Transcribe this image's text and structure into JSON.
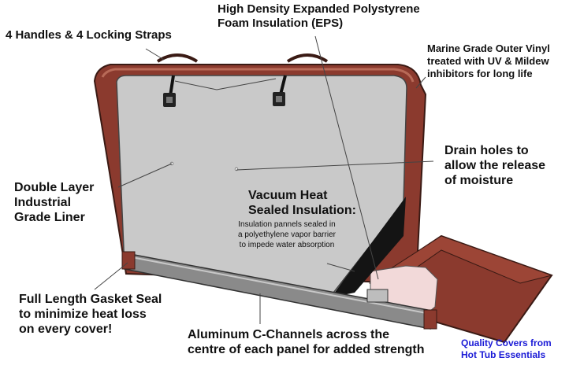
{
  "labels": {
    "handles": "4 Handles & 4 Locking Straps",
    "eps": [
      "High Density Expanded Polystyrene",
      "Foam Insulation (EPS)"
    ],
    "vinyl": [
      "Marine Grade Outer Vinyl",
      "treated with UV & Mildew",
      "inhibitors for long life"
    ],
    "drain": [
      "Drain holes to",
      "allow the release",
      "of moisture"
    ],
    "liner": [
      "Double Layer",
      "Industrial",
      "Grade Liner"
    ],
    "vacuum_title": [
      "Vacuum Heat",
      "Sealed Insulation:"
    ],
    "vacuum_desc": [
      "Insulation pannels sealed in",
      "a polyethylene vapor barrier",
      "to impede water absorption"
    ],
    "gasket": [
      "Full Length Gasket Seal",
      "to minimize heat loss",
      "on every cover!"
    ],
    "channels": [
      "Aluminum C-Channels across the",
      "centre of each panel for added strength"
    ]
  },
  "credit": [
    "Quality Covers from",
    "Hot Tub Essentials"
  ],
  "colors": {
    "vinyl": "#8b3a2e",
    "vinyl_light": "#b86a58",
    "foam": "#c9c9c9",
    "channel": "#888888",
    "credit": "#1a1ad6"
  }
}
